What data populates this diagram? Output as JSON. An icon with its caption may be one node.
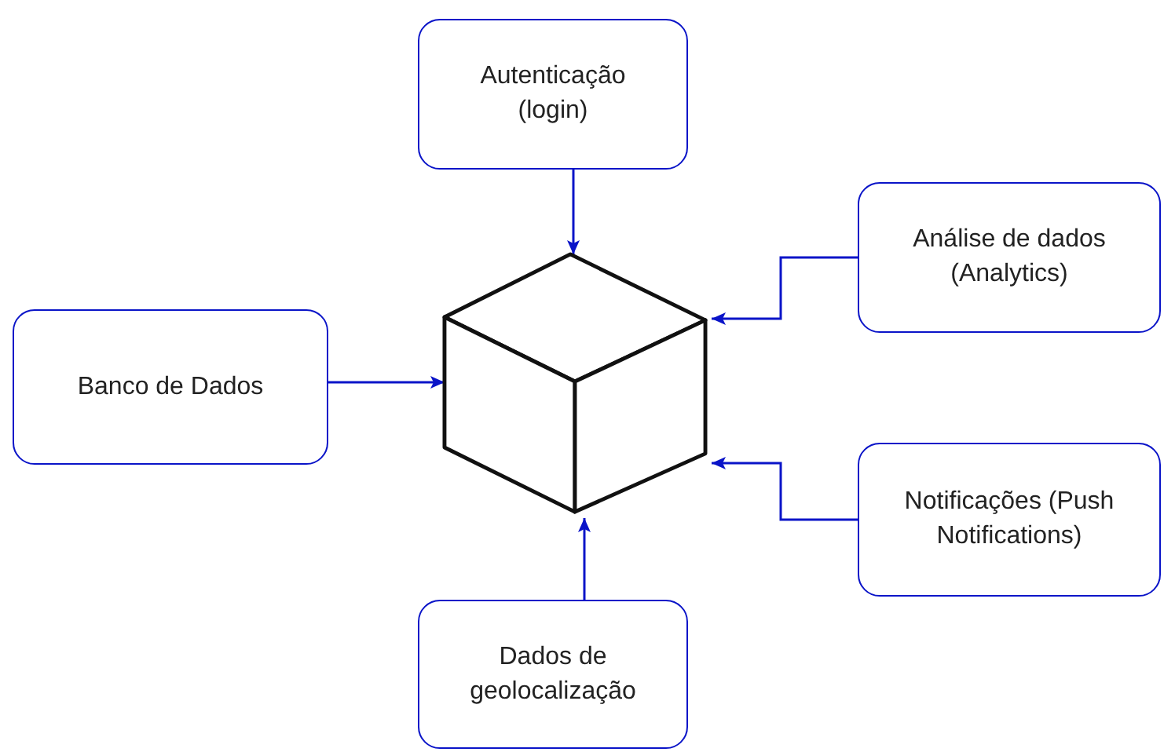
{
  "diagram": {
    "nodes": [
      {
        "text": [
          "Autenticação (login)"
        ]
      },
      {
        "text": [
          "Análise de dados (Analytics)"
        ]
      },
      {
        "text": [
          "Banco de Dados"
        ]
      },
      {
        "text": [],
        "shape": "cube"
      },
      {
        "text": [
          "Notificações (Push Notifications)"
        ]
      },
      {
        "text": [
          "Dados de geolocalização"
        ]
      }
    ],
    "edges": [
      {
        "from": 0,
        "to": 3,
        "arrow": "to"
      },
      {
        "from": 1,
        "to": 3,
        "arrow": "to"
      },
      {
        "from": 2,
        "to": 3,
        "arrow": "to"
      },
      {
        "from": 4,
        "to": 3,
        "arrow": "to"
      },
      {
        "from": 5,
        "to": 3,
        "arrow": "to"
      }
    ]
  }
}
